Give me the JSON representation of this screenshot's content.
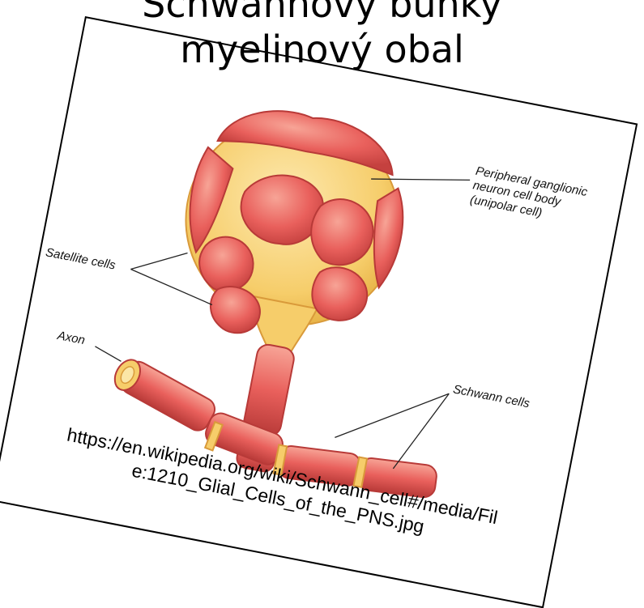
{
  "slide": {
    "title_line_1": "Schwannovy buňky",
    "title_line_2": "myelinový obal"
  },
  "figure": {
    "labels": {
      "peripheral_1": "Peripheral ganglionic",
      "peripheral_2": "neuron cell body",
      "peripheral_3": "(unipolar cell)",
      "satellite": "Satellite cells",
      "axon": "Axon",
      "schwann": "Schwann cells"
    },
    "source_line_1": "https://en.wikipedia.org/wiki/Schwann_cell#/media/Fil",
    "source_line_2": "e:1210_Glial_Cells_of_the_PNS.jpg"
  },
  "colors": {
    "cell_red": "#e9605c",
    "cell_light": "#f59a8a",
    "cell_dark": "#c5413f",
    "neuron_yellow": "#f6cd6a",
    "neuron_light": "#fbe6a6",
    "outline": "#b83a38"
  }
}
